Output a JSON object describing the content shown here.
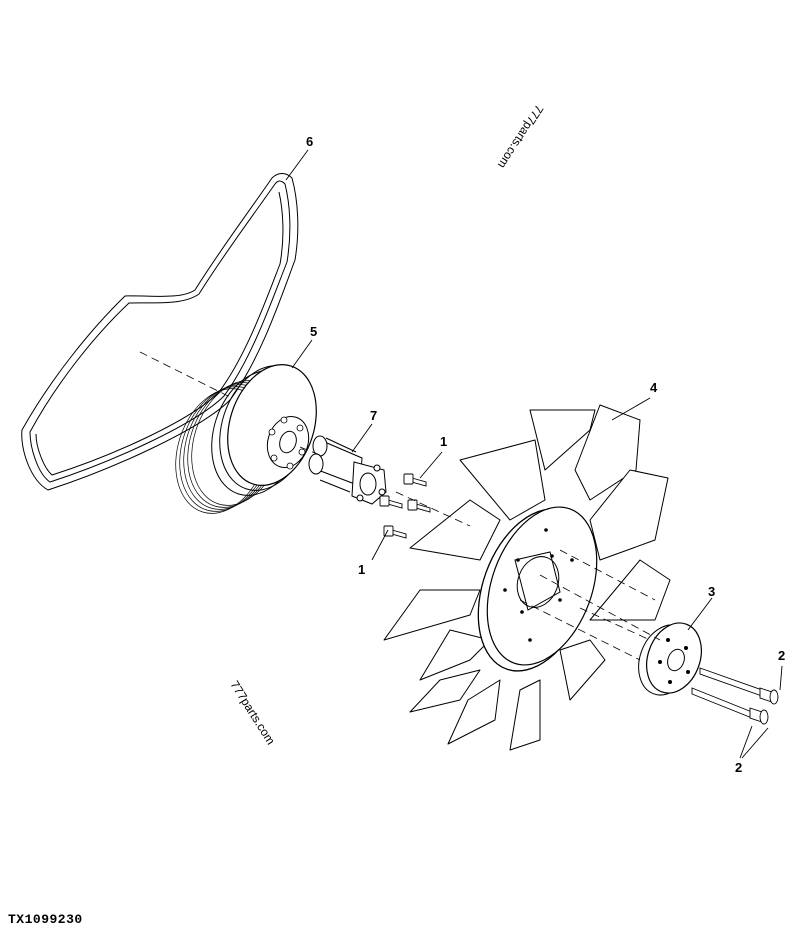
{
  "callouts": {
    "c1_top": "1",
    "c1_bottom": "1",
    "c2_top": "2",
    "c2_bottom": "2",
    "c3": "3",
    "c4": "4",
    "c5": "5",
    "c6": "6",
    "c7": "7"
  },
  "watermarks": {
    "top": "777parts.com",
    "bottom": "777parts.com"
  },
  "figure_id": "TX1099230"
}
